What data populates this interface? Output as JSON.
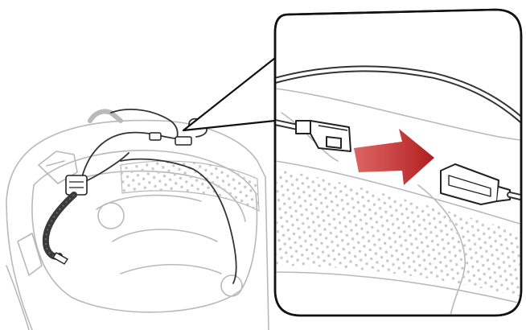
{
  "figure": {
    "kind": "instruction-illustration",
    "subject": "helmet-interior-cable-connection",
    "colors": {
      "background": "#ffffff",
      "helmet_line": "#b9b9b9",
      "cable": "#333333",
      "plug_fill": "#ffffff",
      "plug_outline": "#222222",
      "boom_mic": "#3a3a3a",
      "arrow_start": "#d84a4a",
      "arrow_end": "#b01e1e",
      "padding_dots": "#c8c8c8",
      "callout_border": "#111111"
    },
    "icons": [
      "helmet",
      "boom-microphone",
      "cable-connector-male",
      "cable-connector-female",
      "connection-arrow",
      "zoom-callout"
    ]
  }
}
